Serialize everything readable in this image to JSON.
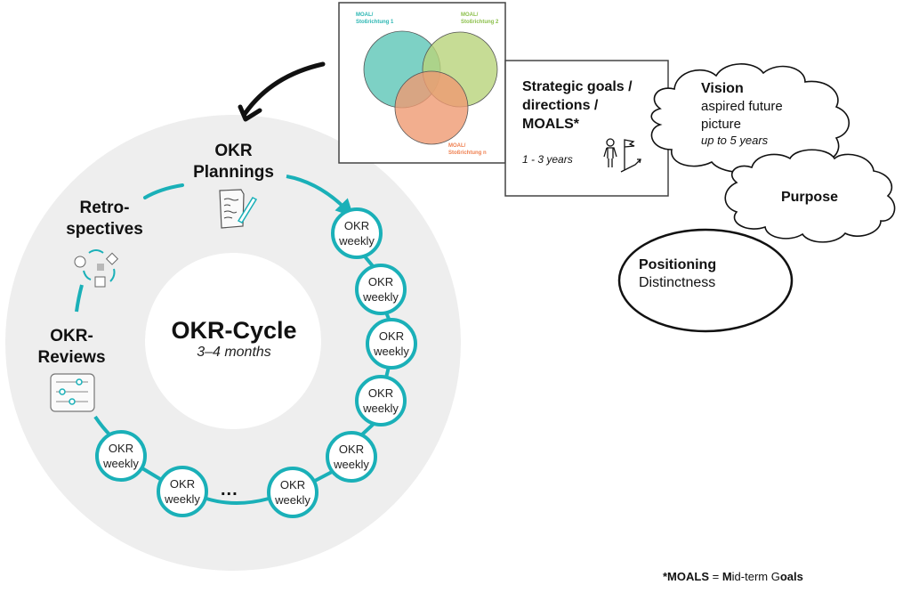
{
  "colors": {
    "accent": "#1ab0b8",
    "ring_background": "#eeeeee",
    "venn_1": "#5cc6b6",
    "venn_2": "#b8d37a",
    "venn_n": "#ef9a72",
    "venn_label_1": "#2bb6b3",
    "venn_label_2": "#8bbf4a",
    "venn_label_n": "#ef7f4f"
  },
  "cycle": {
    "title": "OKR-Cycle",
    "duration": "3–4 months",
    "stages": {
      "planning": {
        "line1": "OKR",
        "line2": "Plannings",
        "icon": "document-pen-icon"
      },
      "retro": {
        "line1": "Retro-",
        "line2": "spectives",
        "icon": "retrospective-cycle-icon"
      },
      "review": {
        "line1": "OKR-",
        "line2": "Reviews",
        "icon": "sliders-icon"
      }
    },
    "weekly_nodes": [
      {
        "line1": "OKR",
        "line2": "weekly"
      },
      {
        "line1": "OKR",
        "line2": "weekly"
      },
      {
        "line1": "OKR",
        "line2": "weekly"
      },
      {
        "line1": "OKR",
        "line2": "weekly"
      },
      {
        "line1": "OKR",
        "line2": "weekly"
      },
      {
        "line1": "OKR",
        "line2": "weekly"
      },
      {
        "line1": "OKR",
        "line2": "weekly"
      },
      {
        "line1": "OKR",
        "line2": "weekly"
      }
    ],
    "ellipsis": "..."
  },
  "venn": {
    "label_1": {
      "line1": "MOAL/",
      "line2": "Stoßrichtung 1"
    },
    "label_2": {
      "line1": "MOAL/",
      "line2": "Stoßrichtung 2"
    },
    "label_n": {
      "line1": "MOAL/",
      "line2": "Stoßrichtung n"
    }
  },
  "strategic": {
    "title_lines": [
      "Strategic goals /",
      "directions /",
      "MOALS*"
    ],
    "duration": "1 - 3 years",
    "icon": "person-flag-icon"
  },
  "vision": {
    "title": "Vision",
    "line1": "aspired future",
    "line2": "picture",
    "duration": "up to 5 years"
  },
  "purpose": {
    "title": "Purpose"
  },
  "positioning": {
    "title": "Positioning",
    "subtitle": "Distinctness"
  },
  "footnote": {
    "parts": [
      {
        "text": "*MOALS",
        "bold": true
      },
      {
        "text": " = ",
        "bold": false
      },
      {
        "text": "M",
        "bold": true
      },
      {
        "text": "id-term ",
        "bold": false
      },
      {
        "text": "G",
        "bold": false
      },
      {
        "text": "oals",
        "bold": true
      }
    ]
  }
}
